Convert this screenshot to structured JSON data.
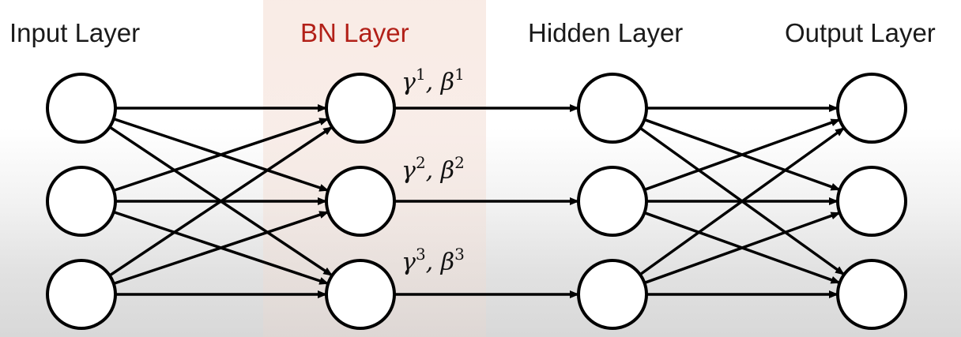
{
  "titles": {
    "input": "Input Layer",
    "bn": "BN Layer",
    "hidden": "Hidden Layer",
    "output": "Output Layer"
  },
  "params": [
    {
      "gamma": "γ",
      "beta": "β",
      "index": "1",
      "separator": ", "
    },
    {
      "gamma": "γ",
      "beta": "β",
      "index": "2",
      "separator": ", "
    },
    {
      "gamma": "γ",
      "beta": "β",
      "index": "3",
      "separator": ", "
    }
  ],
  "colors": {
    "accent": "#b22018",
    "stroke": "#000000",
    "bn_band": "#f6e6df"
  }
}
